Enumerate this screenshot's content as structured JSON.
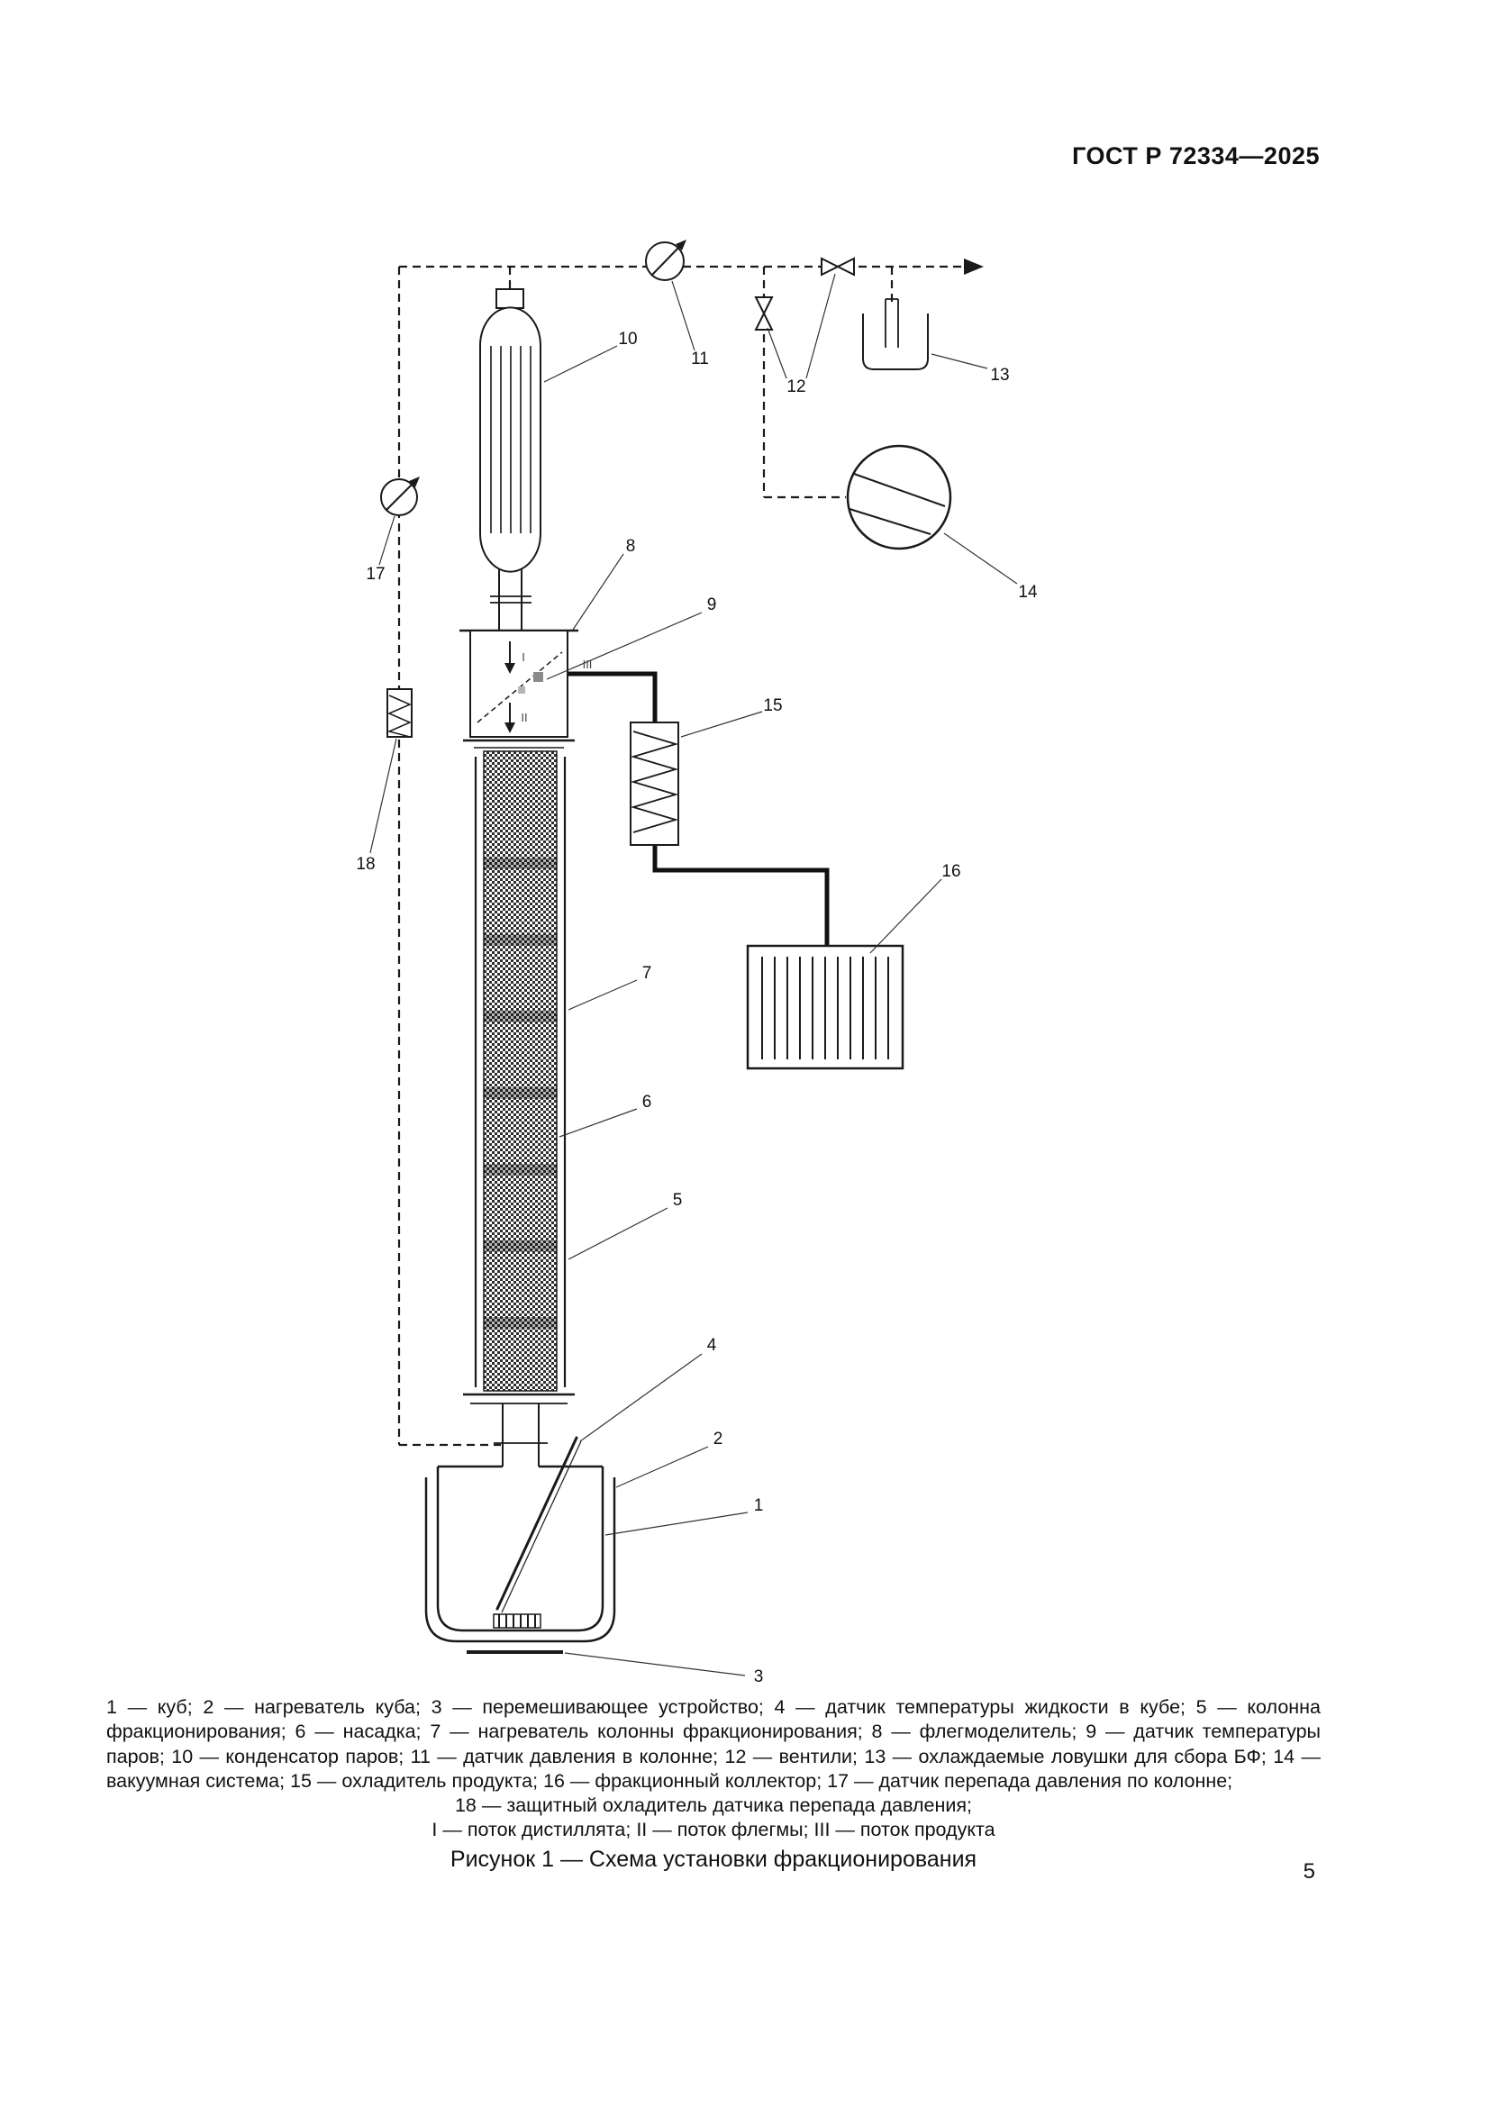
{
  "page": {
    "header": "ГОСТ Р 72334—2025",
    "number": "5"
  },
  "legend": {
    "paragraph": "1 — куб; 2 — нагреватель куба; 3 — перемешивающее устройство; 4 — датчик температуры жидкости в кубе; 5 — колонна фракционирования; 6 — насадка; 7 — нагреватель колонны фракционирования; 8 — флегмоделитель; 9 — датчик температуры паров; 10 — конденсатор паров; 11 — датчик давления в колонне; 12 — вентили; 13 — охлаждаемые ловушки для сбора БФ; 14 — вакуумная система; 15 — охладитель продукта; 16 — фракционный коллектор; 17 — датчик перепада давления по колонне;",
    "line_18": "18 — защитный охладитель датчика перепада давления;",
    "flows": "I — поток дистиллята; II — поток флегмы; III — поток продукта"
  },
  "caption": "Рисунок 1 — Схема установки фракционирования",
  "diagram": {
    "labels": {
      "n1": "1",
      "n2": "2",
      "n3": "3",
      "n4": "4",
      "n5": "5",
      "n6": "6",
      "n7": "7",
      "n8": "8",
      "n9": "9",
      "n10": "10",
      "n11": "11",
      "n12": "12",
      "n13": "13",
      "n14": "14",
      "n15": "15",
      "n16": "16",
      "n17": "17",
      "n18": "18"
    },
    "flow_marks": {
      "i": "I",
      "ii": "II",
      "iii": "III"
    }
  }
}
